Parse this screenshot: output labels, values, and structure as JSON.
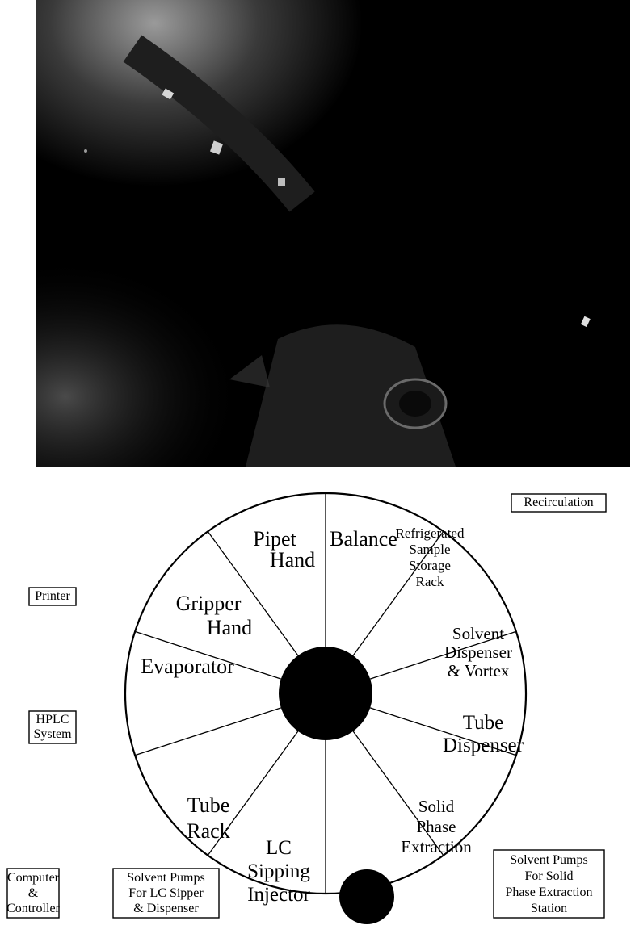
{
  "photo": {
    "description_label": "photograph"
  },
  "wheel": {
    "segments": [
      {
        "id": "pipet-hand",
        "lines": [
          "Pipet",
          "Hand"
        ]
      },
      {
        "id": "balance",
        "lines": [
          "Balance"
        ]
      },
      {
        "id": "refrigerated-rack",
        "lines": [
          "Refrigerated",
          "Sample",
          "Storage",
          "Rack"
        ]
      },
      {
        "id": "solvent-dispenser-vortex",
        "lines": [
          "Solvent",
          "Dispenser",
          "& Vortex"
        ]
      },
      {
        "id": "tube-dispenser",
        "lines": [
          "Tube",
          "Dispenser"
        ]
      },
      {
        "id": "solid-phase-extraction",
        "lines": [
          "Solid",
          "Phase",
          "Extraction"
        ]
      },
      {
        "id": "lc-sipping-injector",
        "lines": [
          "LC",
          "Sipping",
          "Injector"
        ]
      },
      {
        "id": "tube-rack",
        "lines": [
          "Tube",
          "Rack"
        ]
      },
      {
        "id": "evaporator",
        "lines": [
          "Evaporator"
        ]
      },
      {
        "id": "gripper-hand",
        "lines": [
          "Gripper",
          "Hand"
        ]
      }
    ]
  },
  "peripherals": [
    {
      "id": "recirculation",
      "lines": [
        "Recirculation"
      ]
    },
    {
      "id": "printer",
      "lines": [
        "Printer"
      ]
    },
    {
      "id": "hplc-system",
      "lines": [
        "HPLC",
        "System"
      ]
    },
    {
      "id": "computer-controller",
      "lines": [
        "Computer",
        "&",
        "Controller"
      ]
    },
    {
      "id": "solvent-pumps-lc",
      "lines": [
        "Solvent Pumps",
        "For LC Sipper",
        "& Dispenser"
      ]
    },
    {
      "id": "solvent-pumps-spe",
      "lines": [
        "Solvent Pumps",
        "For Solid",
        "Phase Extraction",
        "Station"
      ]
    }
  ]
}
